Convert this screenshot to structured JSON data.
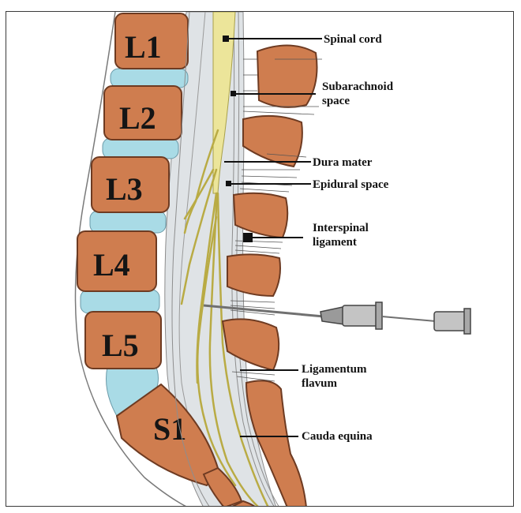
{
  "vertebrae": [
    {
      "label": "L1"
    },
    {
      "label": "L2"
    },
    {
      "label": "L3"
    },
    {
      "label": "L4"
    },
    {
      "label": "L5"
    },
    {
      "label": "S1"
    }
  ],
  "annotations": {
    "spinal_cord": "Spinal cord",
    "subarachnoid_1": "Subarachnoid",
    "subarachnoid_2": "space",
    "dura_mater": "Dura mater",
    "epidural_space": "Epidural space",
    "interspinal_1": "Interspinal",
    "interspinal_2": "ligament",
    "flavum_1": "Ligamentum",
    "flavum_2": "flavum",
    "cauda_equina": "Cauda equina"
  },
  "colors": {
    "vertebra_fill": "#cf7d4f",
    "vertebra_stroke": "#6e3b22",
    "disc_fill": "#a9dbe6",
    "canal_fill": "#dfe3e6",
    "cord_fill": "#ece59a",
    "needle": "#707070"
  },
  "icons": {
    "needle": "spinal-needle-icon",
    "syringe": "syringe-hub-icon"
  }
}
